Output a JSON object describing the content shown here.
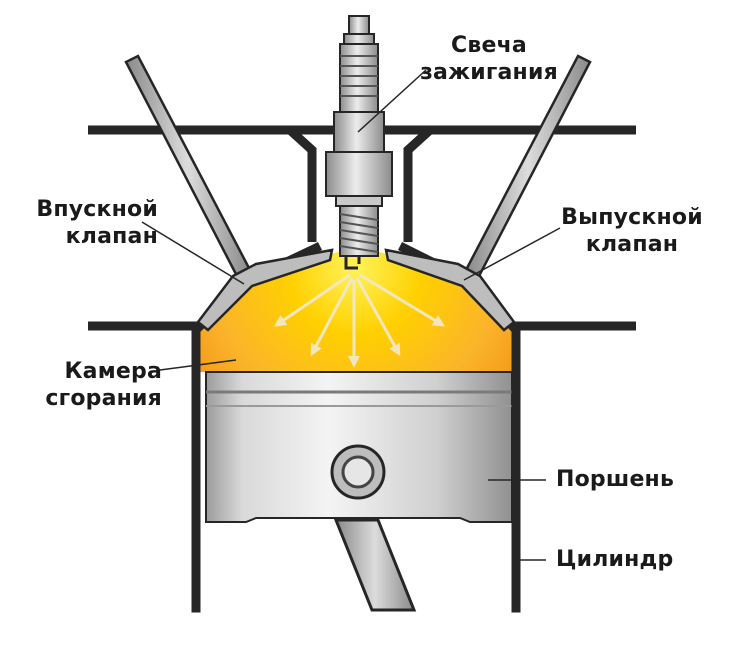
{
  "colors": {
    "outline": "#262626",
    "metal": "#c4c4c4",
    "flame_core": "#ffe600",
    "flame_edge": "#f7a21b",
    "label_text": "#1a1a1a"
  },
  "labels": {
    "spark_plug": [
      "Свеча",
      "зажигания"
    ],
    "intake_valve": [
      "Впускной",
      "клапан"
    ],
    "exhaust_valve": [
      "Выпускной",
      "клапан"
    ],
    "combustion_chamber": [
      "Камера",
      "сгорания"
    ],
    "piston": "Поршень",
    "cylinder": "Цилиндр"
  }
}
